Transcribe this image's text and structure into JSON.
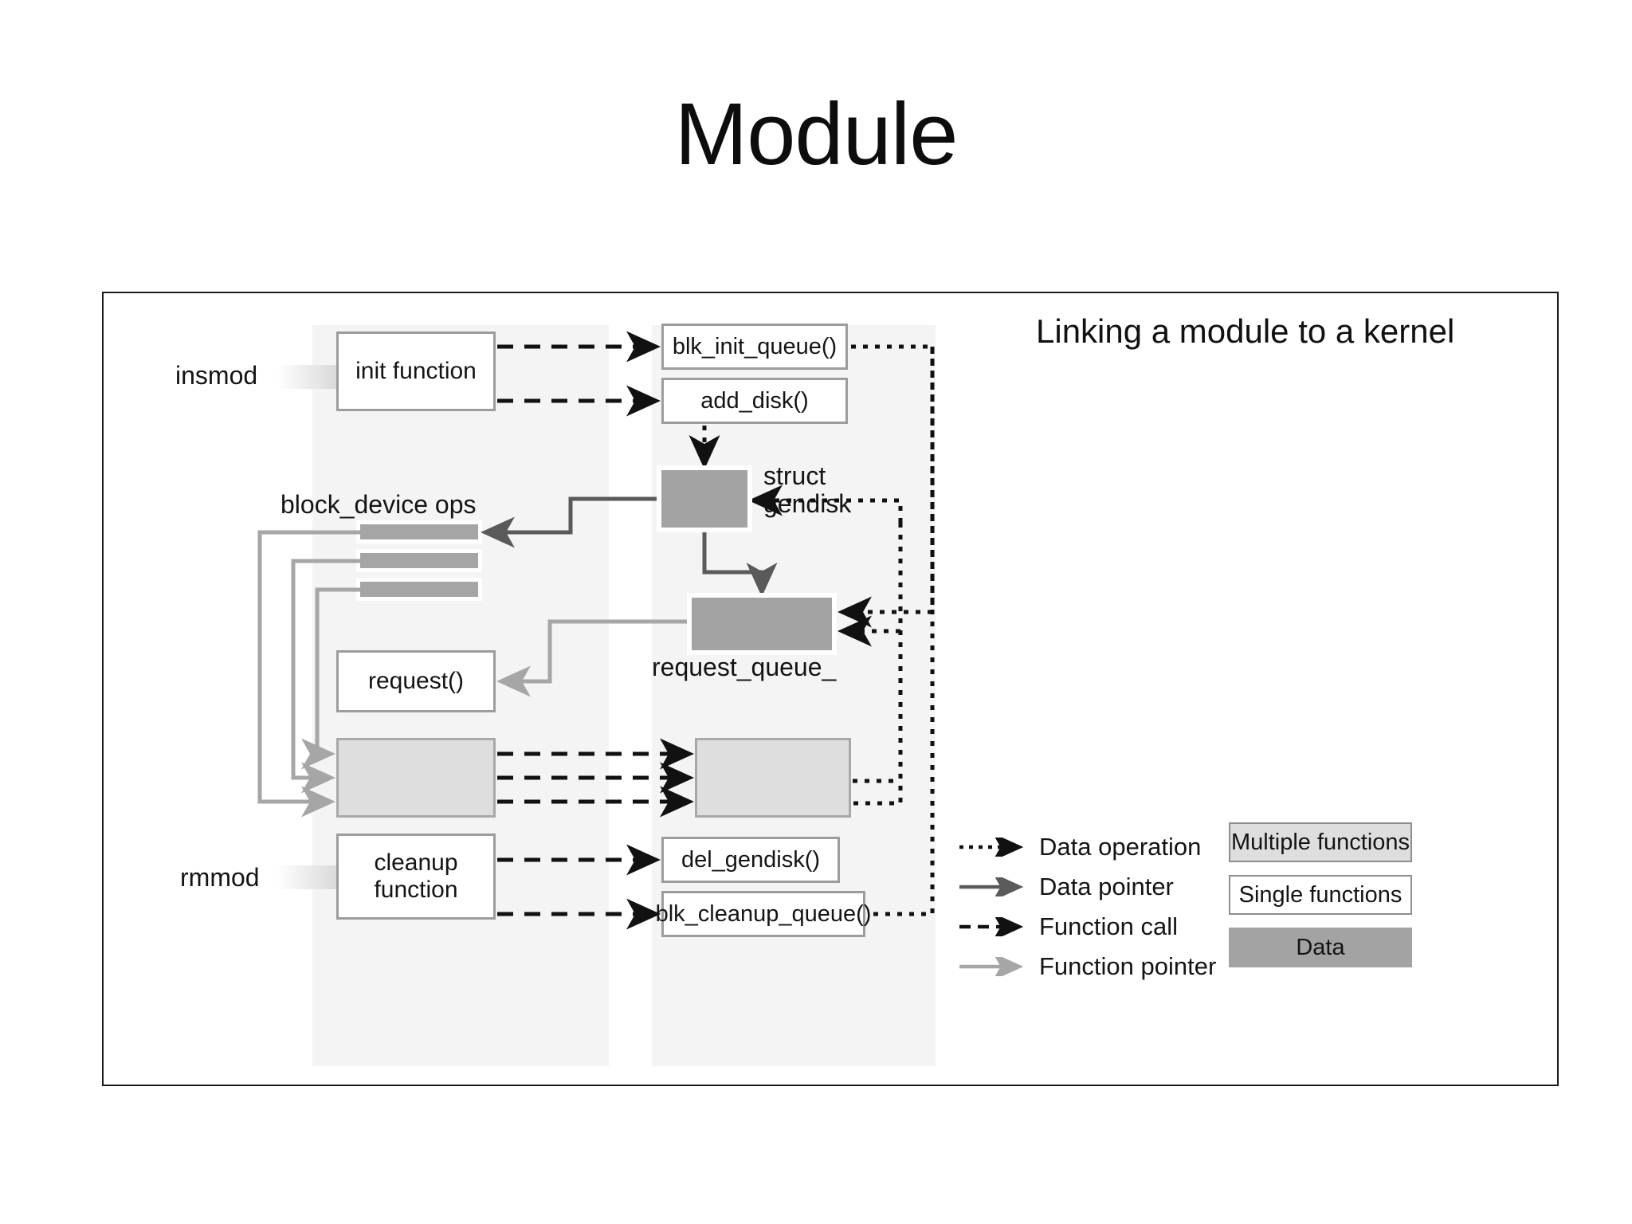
{
  "slide": {
    "title": "Module"
  },
  "figure": {
    "caption": "Linking a module to a kernel"
  },
  "labels": {
    "insmod": "insmod",
    "rmmod": "rmmod",
    "block_device_ops": "block_device ops",
    "struct_gendisk": "struct\ngendisk",
    "request_queue": "request_queue_"
  },
  "nodes": {
    "init_function": "init function",
    "blk_init_queue": "blk_init_queue()",
    "add_disk": "add_disk()",
    "gendisk": "",
    "request_queue": "",
    "request_fn": "request()",
    "multi_left": "",
    "multi_right": "",
    "del_gendisk": "del_gendisk()",
    "blk_cleanup_queue": "blk_cleanup_queue()",
    "cleanup_function": "cleanup\nfunction"
  },
  "legend": {
    "lines": [
      {
        "label": "Data operation",
        "style": "dotted-black"
      },
      {
        "label": "Data pointer",
        "style": "solid-darkgray"
      },
      {
        "label": "Function call",
        "style": "dashed-black"
      },
      {
        "label": "Function pointer",
        "style": "solid-lightgray"
      }
    ],
    "boxes": [
      {
        "label": "Multiple functions",
        "kind": "multi"
      },
      {
        "label": "Single functions",
        "kind": "single"
      },
      {
        "label": "Data",
        "kind": "data"
      }
    ]
  },
  "colors": {
    "data_fill": "#a3a3a3",
    "multi_fill": "#dedede",
    "single_fill": "#ffffff",
    "band_fill": "#f4f4f5",
    "function_pointer": "#a6a6a6",
    "data_pointer": "#5a5a5a",
    "call_line": "#111111"
  }
}
